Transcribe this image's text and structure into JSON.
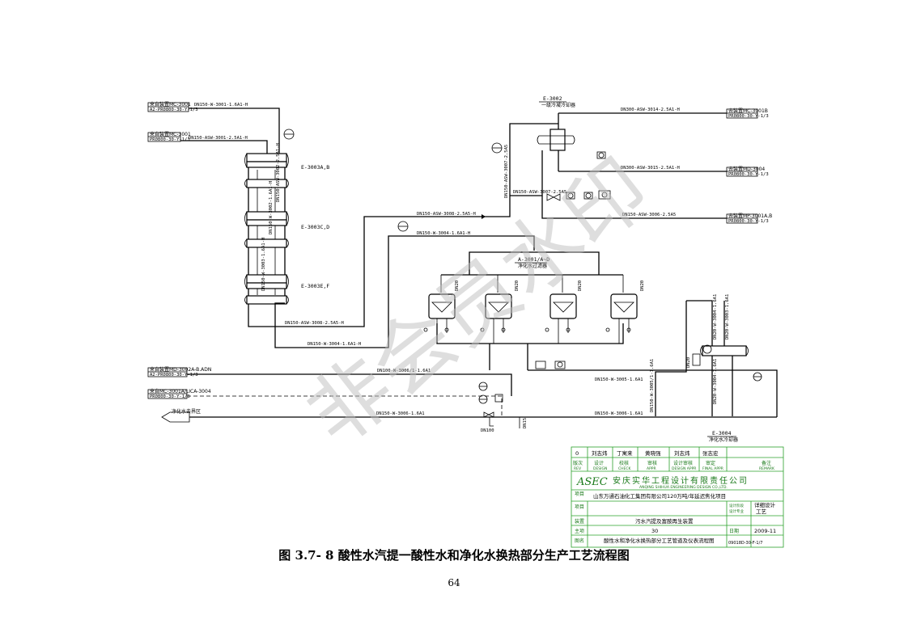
{
  "diagram": {
    "left_inlets": [
      {
        "tag": "来自装置MC-3001",
        "sub": "A2-PR0800-30-Y-1/3",
        "line": "DN150-W-3001-1.6A1-H"
      },
      {
        "tag": "来自装置MC-3001",
        "sub": "PR0800-30-Y-1/3",
        "line": "DN150-ASW-3001-2.5A1-H"
      }
    ],
    "exchangers_left": [
      "E-3003A,B",
      "E-3003C,D",
      "E-3003E,F"
    ],
    "left_vertical_lines": [
      "DN150-W-3002-1.6A1-H",
      "DN150-ASW-3002-2.5A1-H",
      "DN150-W-3003-1.6A1-H"
    ],
    "bottom_left_lines": [
      "DN150-ASW-3008-2.5A5-H",
      "DN150-W-3004-1.6A1-H"
    ],
    "mid_lines": [
      "DN150-ASW-3008-2.5A5-H",
      "DN150-W-3004-1.6A1-H"
    ],
    "top_right_equipment": {
      "tag": "E-3002",
      "sub": "一级冷凝冷却器"
    },
    "top_right_lines": [
      "DN300-ASW-3014-2.5A1-H",
      "DN300-ASW-3015-2.5A1-H",
      "DN150-ASW-3006-2.5A5",
      "DN150-ASW-3007-2.5A5"
    ],
    "right_outlets": [
      {
        "tag": "去装置MC-3001B",
        "sub": "PR0800-30-Y-1/3"
      },
      {
        "tag": "去装置MD-3004",
        "sub": "PR0800-30-Y-1/3"
      },
      {
        "tag": "去装置MP-3001A,B",
        "sub": "PR0800-30-Y-1/3"
      }
    ],
    "center_equipment": {
      "tag": "A-3001/A~D",
      "sub": "净化水过滤器"
    },
    "tank_labels": [
      "DN20",
      "DN20",
      "DN20",
      "DN20"
    ],
    "e3004": {
      "tag": "E-3004",
      "sub": "净化水冷却器"
    },
    "e3004_lines": [
      "DN20-W-3004-1.6A1",
      "DN20-W-3003-1.6A1",
      "DN20-W-3004-1.6A1",
      "DN20"
    ],
    "lower_left_inlets": [
      {
        "tag": "来自装置MD-3002A-B.ADN",
        "sub": "A2-PR0800-30-Y-1/3",
        "line": "DN100-W-3006/1-1.6A1"
      },
      {
        "tag": "来自MC-3001A/LICA-3004",
        "sub": "PR0800-30-Y-1/3",
        "line": ""
      }
    ],
    "outlet_arrow": {
      "tag": "净化水去界区"
    },
    "lower_lines": [
      "DN150-W-3005-1.6A1",
      "DN150-W-3006-1.6A1",
      "DN150-W-3006-1.6A1",
      "DN150-W-3005/1-1.6A1",
      "DN100",
      "DN15"
    ]
  },
  "watermark": "非会员水印",
  "title_block": {
    "sign_row": [
      "0",
      "刘志炜",
      "丁寓来",
      "黄晓强",
      "刘志炜",
      "张志宏"
    ],
    "role_row": [
      "版次",
      "设计",
      "校核",
      "审核",
      "设计审核",
      "审定",
      "备注"
    ],
    "role_row_en": [
      "REV",
      "DESIGN",
      "CHECK",
      "APPR",
      "DESIGN APPR",
      "FINAL APPR",
      "REMARK"
    ],
    "logo": "ASEC",
    "company_cn": "安庆实华工程设计有限责任公司",
    "company_en": "ANQING SHIHUA ENGINEERING DESIGN CO.,LTD.",
    "project_label": "项目",
    "project": "山东万通石油化工集团有限公司120万吨/年延迟焦化项目",
    "unit": "污水汽提及富胺再生装置",
    "item_no": "30",
    "drawing_title": "酸性水和净化水换热部分工艺管道及仪表流程图",
    "stage_label": "设计阶段",
    "stage": "详细设计",
    "specialty_label": "设计专业",
    "specialty": "工艺",
    "date_label": "日期",
    "date": "2009-11",
    "drawing_no": "09018D-30-F-1/7",
    "left_labels": [
      "项目",
      "装置",
      "主项",
      "图名"
    ]
  },
  "caption": "图 3.7- 8 酸性水汽提一酸性水和净化水换热部分生产工艺流程图",
  "page_number": "64"
}
